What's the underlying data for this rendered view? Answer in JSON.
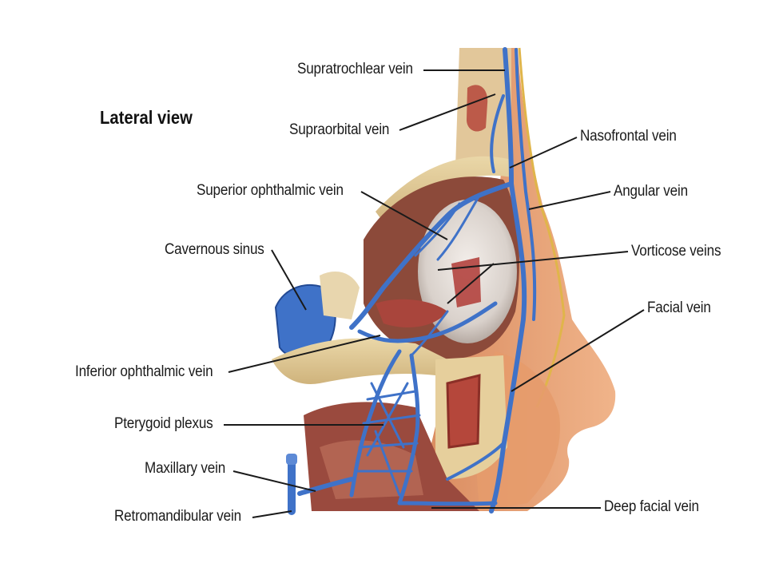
{
  "view_title": "Lateral view",
  "labels": {
    "supratrochlear": "Supratrochlear vein",
    "supraorbital": "Supraorbital vein",
    "nasofrontal": "Nasofrontal vein",
    "superior_ophthalmic": "Superior ophthalmic vein",
    "angular": "Angular vein",
    "cavernous_sinus": "Cavernous sinus",
    "vorticose": "Vorticose veins",
    "facial": "Facial vein",
    "inferior_ophthalmic": "Inferior ophthalmic vein",
    "pterygoid_plexus": "Pterygoid plexus",
    "maxillary": "Maxillary vein",
    "retromandibular": "Retromandibular vein",
    "deep_facial": "Deep facial vein"
  },
  "colors": {
    "vein": "#3f72c8",
    "skin": "#e9a073",
    "bone": "#e6cf9c",
    "muscle": "#b4524a",
    "leader": "#1a1a1a"
  }
}
